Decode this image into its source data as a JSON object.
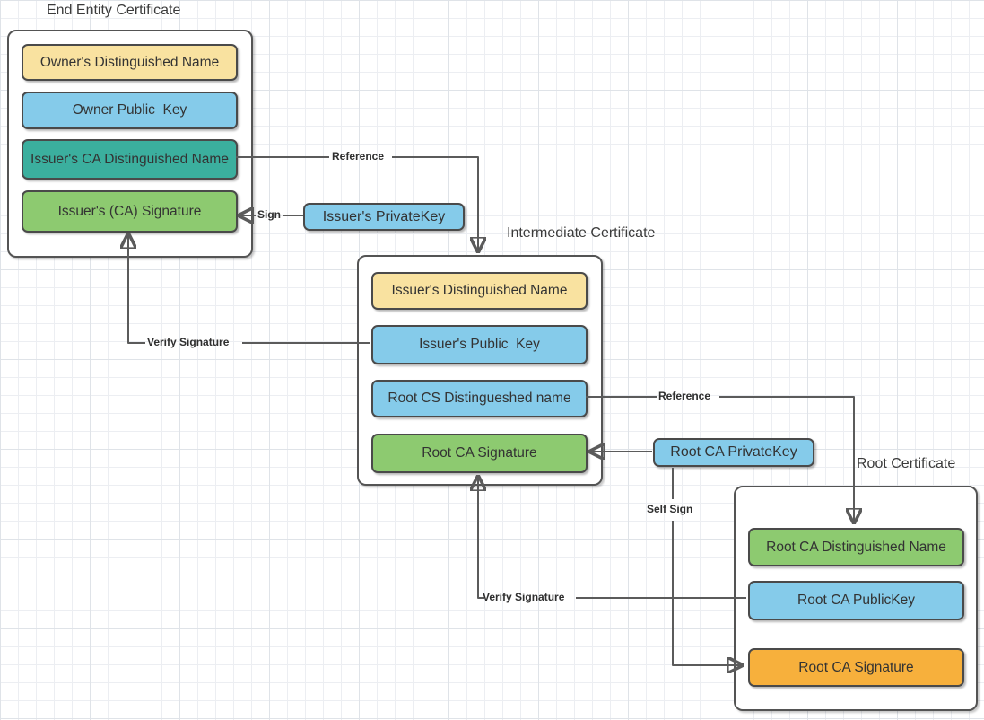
{
  "palette": {
    "yellow": "#F9E2A0",
    "blue": "#85CBEA",
    "teal": "#3BAF9E",
    "green": "#8DCA70",
    "orange": "#F7B03C",
    "line": "#5B5B5B",
    "shape_border": "#4A4A4A"
  },
  "containers": [
    {
      "title": "End Entity Certificate",
      "fields": [
        {
          "label": "Owner's Distinguished Name",
          "color": "#F9E2A0"
        },
        {
          "label": "Owner Public  Key",
          "color": "#85CBEA"
        },
        {
          "label": "Issuer's CA Distinguished Name",
          "color": "#3BAF9E"
        },
        {
          "label": "Issuer's (CA) Signature",
          "color": "#8DCA70"
        }
      ]
    },
    {
      "title": "Intermediate Certificate",
      "fields": [
        {
          "label": "Issuer's Distinguished Name",
          "color": "#F9E2A0"
        },
        {
          "label": "Issuer's Public  Key",
          "color": "#85CBEA"
        },
        {
          "label": "Root CS Distingueshed name",
          "color": "#85CBEA"
        },
        {
          "label": "Root CA Signature",
          "color": "#8DCA70"
        }
      ]
    },
    {
      "title": "Root Certificate",
      "fields": [
        {
          "label": "Root CA Distinguished Name",
          "color": "#8DCA70"
        },
        {
          "label": "Root CA PublicKey",
          "color": "#85CBEA"
        },
        {
          "label": "Root CA Signature",
          "color": "#F7B03C"
        }
      ]
    }
  ],
  "keys": [
    {
      "label": "Issuer's PrivateKey",
      "color": "#85CBEA"
    },
    {
      "label": "Root CA PrivateKey",
      "color": "#85CBEA"
    }
  ],
  "edges": {
    "reference_ee_to_intermediate": "Reference",
    "sign": "Sign",
    "verify_signature_intermediate": "Verify Signature",
    "reference_intermediate_to_root": "Reference",
    "self_sign": "Self Sign",
    "verify_signature_root": "Verify Signature"
  }
}
